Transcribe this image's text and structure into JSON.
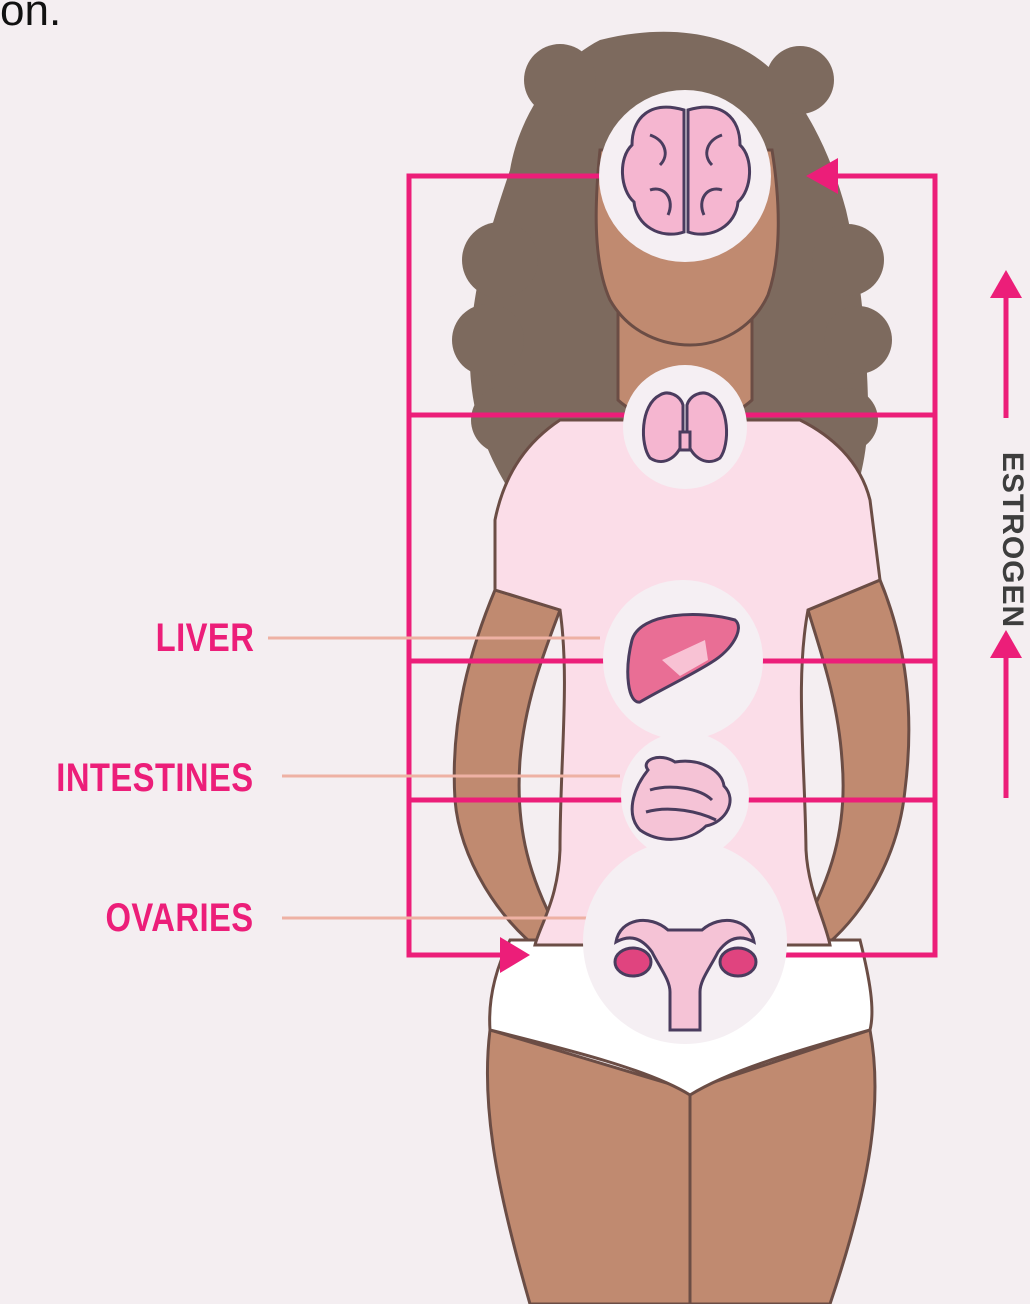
{
  "top_fragment": "on.",
  "labels": {
    "liver": "LIVER",
    "intestines": "INTESTINES",
    "ovaries": "OVARIES"
  },
  "side_label": "ESTROGEN",
  "organs": [
    "brain-icon",
    "thyroid-icon",
    "liver-icon",
    "intestines-icon",
    "uterus-ovaries-icon"
  ],
  "colors": {
    "accent": "#ec1e79",
    "leader": "#eeb1a4",
    "skin": "#c08a70",
    "hair": "#7d6a5e",
    "shirt": "#fbdde8",
    "background": "#f4eef1",
    "outline": "#4a3c5e"
  }
}
